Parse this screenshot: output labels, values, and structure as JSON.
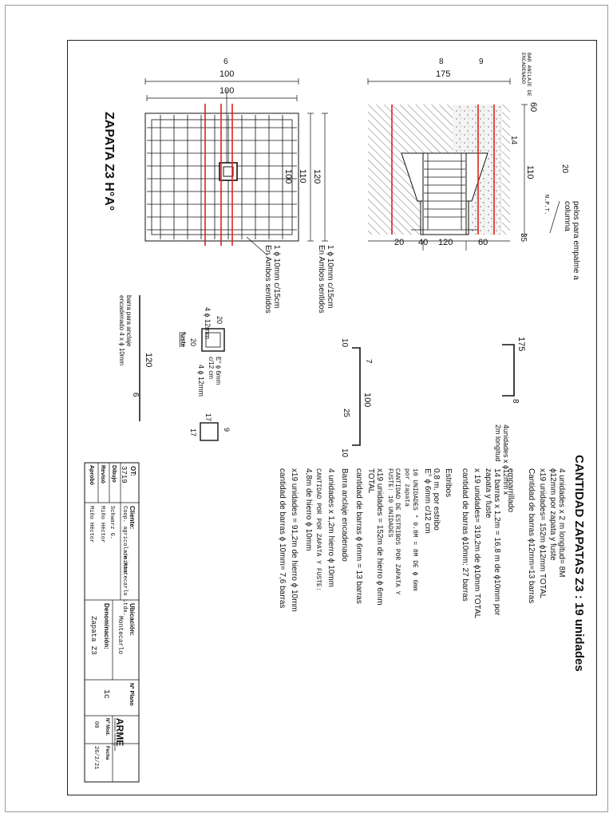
{
  "document": {
    "drawing_title": "ZAPATA Z3 H°A°",
    "quantity_title": "CANTIDAD ZAPATAS Z3 : 19 unidades"
  },
  "plan_view": {
    "dim_top_outer": "100",
    "dim_top_inner": "100",
    "dim_left_outer": "120",
    "dim_left_mid": "110",
    "dim_left_inner": "100",
    "bar_tag": "6",
    "mesh_note_line1": "1 ϕ 10mm c/15cm",
    "mesh_note_line2": "En Ambos sentidos"
  },
  "section_view": {
    "dim_total": "175",
    "dim_top": "60",
    "dim_left_height": "110",
    "dim_14": "14",
    "dim_20": "20",
    "dim_35": "35",
    "dim_bottom_a": "20",
    "dim_bottom_b": "40",
    "dim_bottom_c": "60",
    "dim_bottom_total": "120",
    "tag_8": "8",
    "tag_9": "9",
    "npt": "N.P.T.",
    "anchor_label_line1": "BAR ANCLAJE DE",
    "anchor_label_line2": "ENCADENADO",
    "pelos_line1": "pelos para empalme a",
    "pelos_line2": "columna",
    "mesh_note_line1": "1 ϕ 10mm c/15cm",
    "mesh_note_line2": "En Ambos sentidos"
  },
  "details": {
    "bar6_length": "120",
    "bar6_tag": "6",
    "bar_anchor_line1": "barra para anclaje",
    "bar_anchor_line2": "encadenado 4 x ϕ 10mm",
    "fuste_label": "fuste",
    "fuste_top": "4 ϕ 12mm",
    "fuste_bottom": "4 ϕ 12mm",
    "fuste_w": "20",
    "fuste_h": "20",
    "fuste_stirrup_line1": "E° ϕ 6mm",
    "fuste_stirrup_line2": "c/12 cm",
    "stirrup_w": "17",
    "stirrup_h": "17",
    "stirrup_tag": "9",
    "bar7_top": "10",
    "bar7_bottom": "10",
    "bar7_length": "100",
    "bar7_tag": "7",
    "bar7_hook": "25",
    "bar8_length": "175",
    "bar8_tag": "8",
    "bar8_note_line1": "4unidades x ϕ12mm x",
    "bar8_note_line2": "2m longitud"
  },
  "quantities": {
    "q1": "4 unidades x 2 m longitud= 8M",
    "q2": "ϕ12mm por zapata y fuste",
    "q3": "x19 unidades= 152m ϕ12mm TOTAL",
    "q4": "Cantidad de barras ϕ12mm=13 barras",
    "q5": "emparrillado",
    "q6": "14 barras x 1,2m = 16,8 m de ϕ10mm por",
    "q7": "zapata y fuste",
    "q8": "x 19 unidades= 319,2m de ϕ10mm TOTAL",
    "q9": "cantidad de barras ϕ10mm: 27 barras",
    "q10": "Estribos",
    "q11": "0,8 m. por estribo",
    "q12": "E° ϕ 6mm c/12 cm",
    "q13": "10 UNIDADES * 0.8M = 8M DE ϕ 6mm",
    "q14": "por zapata",
    "q15": "CANTIDAD DE ESTRIBOS POR ZAPATA Y",
    "q16": "FUSTE: 10 UNIDADES",
    "q17": "x19 unidades = 152m de hierro ϕ 6mm",
    "q18": "TOTAL",
    "q19": "cantidad de barras ϕ 6mm = 13 barras",
    "q20": "Barra anclaje encadenado",
    "q21": "4 unidades x 1,2m hierro ϕ 10mm",
    "q22": "CANTIDAD POR POR ZAPATA Y FUSTE:",
    "q23": "4,8m de hierro ϕ 10mm",
    "q24": "x19 unidades = 91,2m de hierro ϕ 10mm",
    "q25": "cantidad de barras ϕ 10mm= 7,6 barras"
  },
  "title_block": {
    "ot_label": "OT:",
    "ot_value": "3719",
    "cliente_label": "Cliente:",
    "cliente_value_line1": "Coop. agrícola mixta",
    "cliente_value_line2": "de Montecarlo Ltda.",
    "ubicacion_label": "Ubicación:",
    "ubicacion_value": "Montecarlo",
    "dibujo_label": "Dibujo",
    "dibujo_value": "Schwarz G.",
    "reviso_label": "Revisó",
    "reviso_value": "Miño Héctor",
    "aprobo_label": "Aprobó",
    "aprobo_value": "Miño Héctor",
    "denominacion_label": "Denominación:",
    "denominacion_value": "Zapata Z3",
    "plano_label": "Nº Plano",
    "plano_value": "1c",
    "mod_label": "Nº Mod.",
    "mod_value": "00",
    "fecha_label": "Fecha",
    "fecha_value": "26/2/21",
    "logo_text": "ARME",
    "logo_subtext": "Industrias Metalúrgicas"
  },
  "colors": {
    "line": "#111111",
    "rebar_red": "#e0221c",
    "gravel": "#f2f2f2"
  }
}
